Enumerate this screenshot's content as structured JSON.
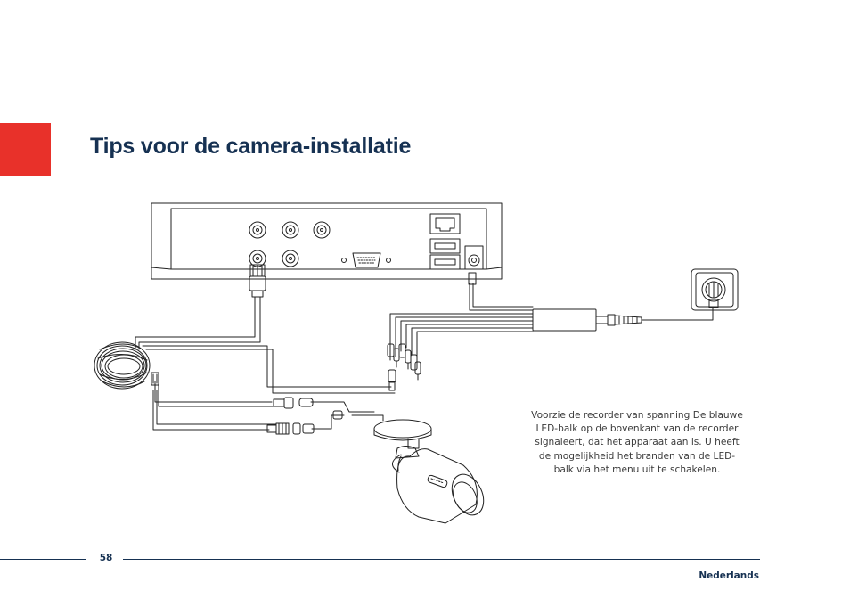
{
  "section_tab": {
    "color": "#e8312a"
  },
  "page": {
    "title": "Tips voor de camera-installatie",
    "caption": "Voorzie de recorder van spanning De blauwe\nLED-balk op de bovenkant van de recorder\nsignaleert, dat het apparaat aan is. U heeft\nde mogelijkheid het branden van de LED-\nbalk via het menu uit te schakelen.",
    "page_number": "58",
    "language": "Nederlands"
  },
  "colors": {
    "heading": "#163152",
    "accent": "#e8312a",
    "line_art": "#222222"
  },
  "diagram": {
    "icons": [
      "recorder-icon",
      "bnc-connector-icon",
      "vga-port-icon",
      "ethernet-port-icon",
      "usb-port-icon",
      "power-jack-icon",
      "coiled-cable-icon",
      "power-adapter-icon",
      "wall-socket-icon",
      "bullet-camera-icon"
    ]
  }
}
